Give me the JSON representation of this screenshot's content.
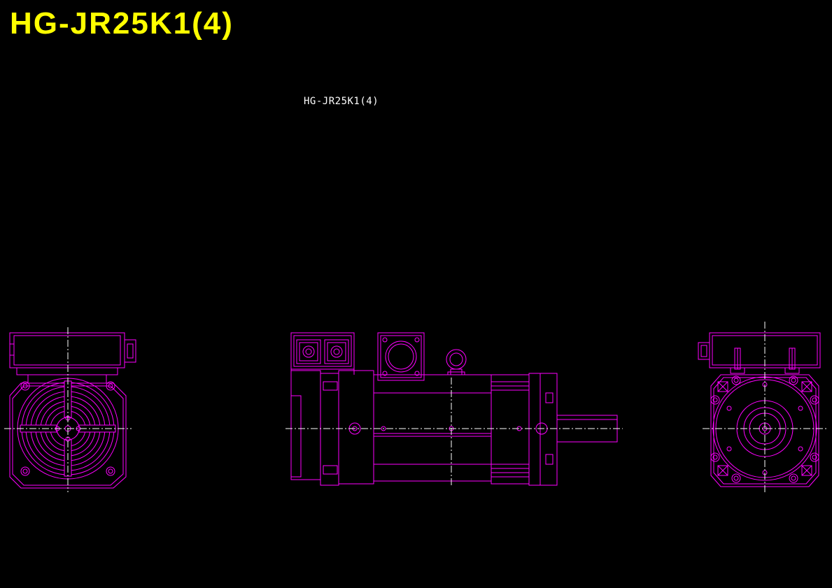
{
  "drawing": {
    "title": "HG-JR25K1(4)",
    "label": "HG-JR25K1(4)"
  },
  "colors": {
    "background": "#000000",
    "title": "#ffff00",
    "label": "#ffffff",
    "outline": "#ff00ff",
    "centerline": "#ffffff"
  },
  "views": [
    "front-view",
    "side-view",
    "rear-view"
  ]
}
